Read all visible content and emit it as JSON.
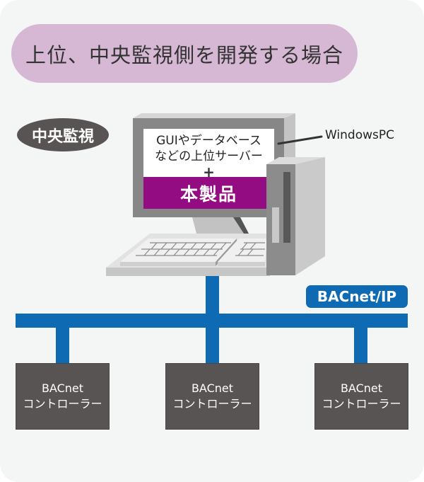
{
  "banner": {
    "title": "上位、中央監視側を開発する場合"
  },
  "central_label": "中央監視",
  "pc": {
    "screen_line1": "GUIやデータベース",
    "screen_line2": "などの上位サーバー",
    "plus": "+",
    "product": "本製品",
    "label": "WindowsPC"
  },
  "network": {
    "label": "BACnet/IP"
  },
  "controllers": [
    {
      "line1": "BACnet",
      "line2": "コントローラー"
    },
    {
      "line1": "BACnet",
      "line2": "コントローラー"
    },
    {
      "line1": "BACnet",
      "line2": "コントローラー"
    }
  ],
  "colors": {
    "banner": "#d7b8d4",
    "product": "#930c82",
    "network": "#0f6ab4",
    "controller": "#575453"
  }
}
